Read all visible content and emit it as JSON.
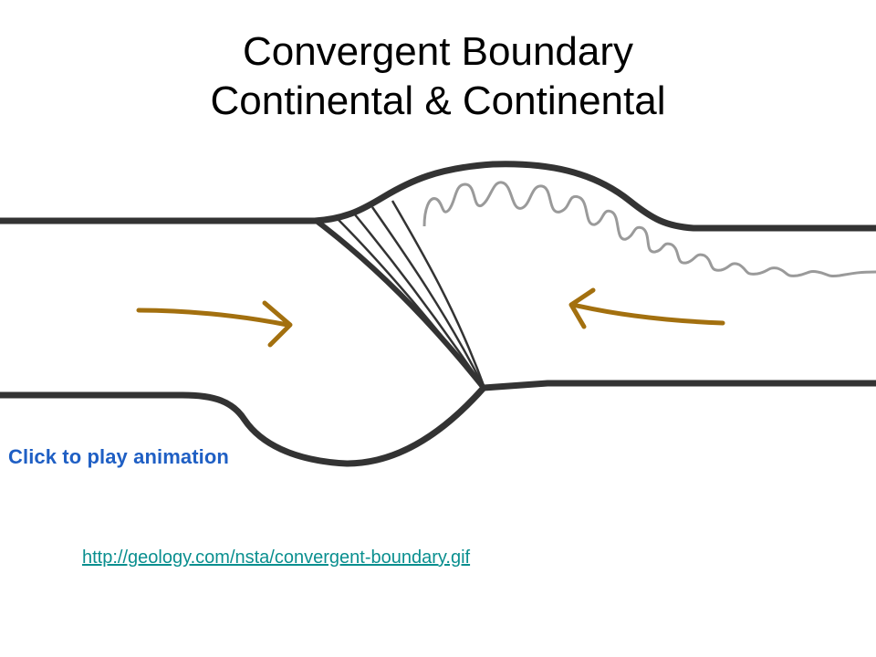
{
  "title": {
    "line1": "Convergent Boundary",
    "line2": "Continental & Continental"
  },
  "figure": {
    "play_label": "Click to play animation",
    "plate_color": "#333333",
    "arrow_color": "#a3700f",
    "fold_color": "#9a9a9a"
  },
  "link": {
    "text": "http://geology.com/nsta/convergent-boundary.gif"
  }
}
